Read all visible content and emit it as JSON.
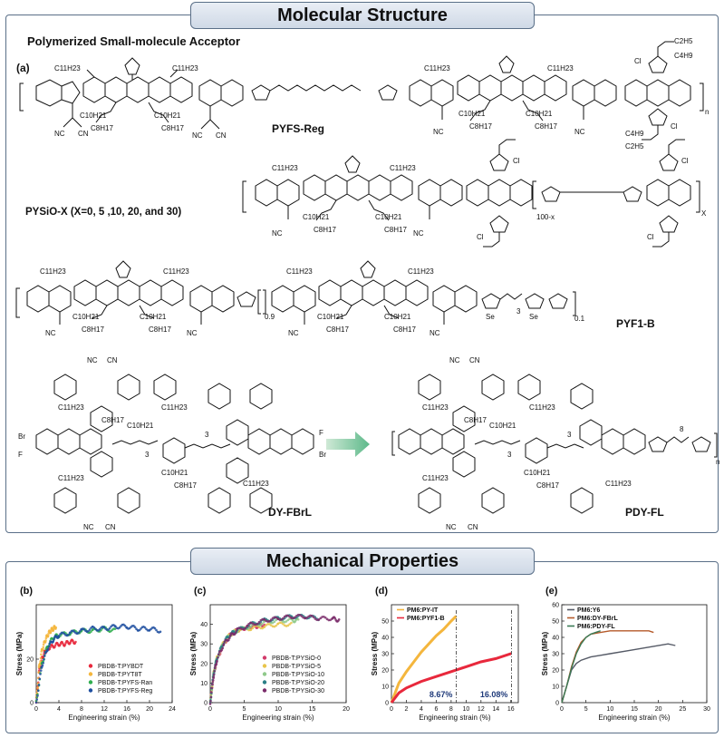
{
  "headers": {
    "molecular_structure": "Molecular Structure",
    "mechanical_properties": "Mechanical Properties"
  },
  "structure": {
    "subtitle": "Polymerized  Small-molecule  Acceptor",
    "panel_a": "(a)",
    "molecules": {
      "pyfs_reg": "PYFS-Reg",
      "pysio_x": "PYSiO-X (X=0, 5 ,10, 20, and 30)",
      "pyf1_b": "PYF1-B",
      "dy_fbrl": "DY-FBrL",
      "pdy_fl": "PDY-FL"
    },
    "annotations": {
      "n": "n",
      "x": "X",
      "hundred_minus_x": "100-x",
      "ratio_09": "0.9",
      "ratio_01": "0.1",
      "three": "3",
      "eight": "8",
      "c11h23": "C11H23",
      "c10h21": "C10H21",
      "c8h17": "C8H17",
      "nc": "NC",
      "cn": "CN",
      "cl": "Cl",
      "br": "Br",
      "f": "F",
      "se": "Se",
      "c2h5": "C2H5",
      "c4h9": "C4H9"
    }
  },
  "colors": {
    "frame": "#5a6f88",
    "red": "#e8283c",
    "orange": "#f4b63d",
    "green": "#2fae4e",
    "blue": "#1f4fa0",
    "pink": "#d23a6a",
    "yellow": "#e8c44a",
    "lightgreen": "#8fc98a",
    "teal": "#2a7f86",
    "purple": "#7a2b6a",
    "gray": "#555a66",
    "brown": "#b55a2a",
    "darkgreen": "#3a7a55"
  },
  "chart_data": [
    {
      "panel": "(b)",
      "type": "scatter",
      "xlabel": "Engineering strain (%)",
      "ylabel": "Stress (MPa)",
      "xlim": [
        0,
        24
      ],
      "ylim": [
        0,
        45
      ],
      "xticks": [
        "0",
        "4",
        "8",
        "12",
        "16",
        "20",
        "24"
      ],
      "yticks": [
        "0",
        "20"
      ],
      "legend": "bottom-right",
      "series": [
        {
          "name": "PBDB-T:PYBDT",
          "color": "#e8283c",
          "x": [
            0,
            0.5,
            1,
            1.5,
            2,
            3,
            4,
            5,
            6,
            7
          ],
          "y": [
            0,
            14,
            20,
            23,
            25,
            26,
            27,
            27,
            28,
            28
          ]
        },
        {
          "name": "PBDB-T:PYT8T",
          "color": "#f4b63d",
          "x": [
            0,
            0.5,
            1,
            1.5,
            2,
            2.5,
            3,
            3.5
          ],
          "y": [
            0,
            16,
            24,
            28,
            31,
            33,
            34,
            35
          ]
        },
        {
          "name": "PBDB-T:PYFS-Ran",
          "color": "#2fae4e",
          "x": [
            0,
            1,
            2,
            3,
            4,
            6,
            8,
            10,
            12,
            14
          ],
          "y": [
            0,
            18,
            26,
            30,
            31,
            32,
            33,
            33,
            34,
            33
          ]
        },
        {
          "name": "PBDB-T:PYFS-Reg",
          "color": "#1f4fa0",
          "x": [
            0,
            1,
            2,
            3,
            4,
            6,
            8,
            10,
            12,
            14,
            16,
            18,
            20,
            22
          ],
          "y": [
            0,
            17,
            25,
            29,
            31,
            32,
            33,
            34,
            34,
            35,
            35,
            34,
            34,
            33
          ]
        }
      ]
    },
    {
      "panel": "(c)",
      "type": "scatter",
      "xlabel": "Engineering strain (%)",
      "ylabel": "Stress (MPa)",
      "xlim": [
        0,
        20
      ],
      "ylim": [
        0,
        50
      ],
      "xticks": [
        "0",
        "5",
        "10",
        "15",
        "20"
      ],
      "yticks": [
        "0",
        "10",
        "20",
        "30",
        "40"
      ],
      "legend": "bottom-right",
      "series": [
        {
          "name": "PBDB-T:PYSiO-0",
          "color": "#d23a6a",
          "x": [
            0,
            0.5,
            1,
            2,
            3,
            4,
            5,
            6,
            7,
            8
          ],
          "y": [
            0,
            14,
            22,
            30,
            35,
            37,
            38,
            39,
            39,
            40
          ]
        },
        {
          "name": "PBDB-T:PYSiO-5",
          "color": "#e8c44a",
          "x": [
            0,
            0.5,
            1,
            2,
            3,
            4,
            6,
            8,
            10,
            12
          ],
          "y": [
            0,
            15,
            23,
            31,
            35,
            37,
            38,
            39,
            40,
            40
          ]
        },
        {
          "name": "PBDB-T:PYSiO-10",
          "color": "#8fc98a",
          "x": [
            0,
            0.5,
            1,
            2,
            3,
            4,
            6,
            8,
            10,
            12,
            13
          ],
          "y": [
            0,
            15,
            23,
            31,
            35,
            37,
            39,
            41,
            42,
            42,
            42
          ]
        },
        {
          "name": "PBDB-T:PYSiO-20",
          "color": "#2a7f86",
          "x": [
            0,
            0.5,
            1,
            2,
            3,
            4,
            6,
            8,
            10,
            12,
            14,
            16
          ],
          "y": [
            0,
            15,
            23,
            31,
            35,
            37,
            40,
            42,
            43,
            44,
            44,
            43
          ]
        },
        {
          "name": "PBDB-T:PYSiO-30",
          "color": "#7a2b6a",
          "x": [
            0,
            0.5,
            1,
            2,
            3,
            4,
            6,
            8,
            10,
            12,
            14,
            16,
            18,
            19
          ],
          "y": [
            0,
            14,
            22,
            30,
            34,
            37,
            40,
            42,
            43,
            44,
            44,
            43,
            43,
            42
          ]
        }
      ]
    },
    {
      "panel": "(d)",
      "type": "line",
      "xlabel": "Engineering strain (%)",
      "ylabel": "Stress (MPa)",
      "xlim": [
        0,
        17
      ],
      "ylim": [
        0,
        60
      ],
      "xticks": [
        "0",
        "2",
        "4",
        "6",
        "8",
        "10",
        "12",
        "14",
        "16"
      ],
      "yticks": [
        "0",
        "10",
        "20",
        "30",
        "40",
        "50"
      ],
      "legend": "top-left",
      "annotations": [
        "8.67%",
        "16.08%"
      ],
      "vlines": [
        8.67,
        16.08
      ],
      "series": [
        {
          "name": "PM6:PY-IT",
          "color": "#f4b63d",
          "x": [
            0,
            1,
            2,
            3,
            4,
            5,
            6,
            7,
            8,
            8.67
          ],
          "y": [
            0,
            12,
            19,
            25,
            31,
            36,
            41,
            45,
            50,
            53
          ]
        },
        {
          "name": "PM6:PYF1-B",
          "color": "#e8283c",
          "x": [
            0,
            1,
            2,
            4,
            6,
            8,
            10,
            12,
            14,
            16,
            16.08
          ],
          "y": [
            0,
            6,
            9,
            13,
            16,
            19,
            22,
            25,
            27,
            30,
            30
          ]
        }
      ]
    },
    {
      "panel": "(e)",
      "type": "line",
      "xlabel": "Engineering strain (%)",
      "ylabel": "Stress (MPa)",
      "xlim": [
        0,
        30
      ],
      "ylim": [
        0,
        60
      ],
      "xticks": [
        "0",
        "5",
        "10",
        "15",
        "20",
        "25",
        "30"
      ],
      "yticks": [
        "0",
        "10",
        "20",
        "30",
        "40",
        "50",
        "60"
      ],
      "legend": "top-left",
      "series": [
        {
          "name": "PM6:Y6",
          "color": "#555a66",
          "x": [
            0,
            1,
            2,
            3,
            4,
            6,
            8,
            10,
            14,
            18,
            22,
            23.5
          ],
          "y": [
            0,
            10,
            20,
            24,
            26,
            28,
            29,
            30,
            32,
            34,
            36,
            35
          ]
        },
        {
          "name": "PM6:DY-FBrL",
          "color": "#b55a2a",
          "x": [
            0,
            1,
            2,
            3,
            4,
            5,
            6,
            8,
            10,
            14,
            18,
            19
          ],
          "y": [
            0,
            10,
            22,
            31,
            37,
            40,
            42,
            43,
            44,
            44,
            44,
            43
          ]
        },
        {
          "name": "PM6:PDY-FL",
          "color": "#3a7a55",
          "x": [
            0,
            1,
            2,
            3,
            4,
            5,
            6,
            7,
            8
          ],
          "y": [
            0,
            10,
            21,
            30,
            36,
            40,
            42,
            43,
            44
          ]
        }
      ]
    }
  ]
}
